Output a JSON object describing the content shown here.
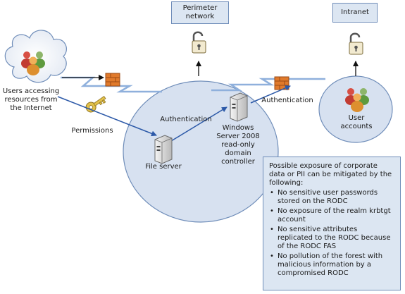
{
  "zones": {
    "perimeter": "Perimeter\nnetwork",
    "intranet": "Intranet"
  },
  "internet_users_label": "Users accessing\nresources from\nthe Internet",
  "permissions_label": "Permissions",
  "authentication_label_1": "Authentication",
  "authentication_label_2": "Authentication",
  "rodc_label": "Windows\nServer 2008\nread-only\ndomain\ncontroller",
  "file_server_label": "File server",
  "user_accounts_label": "User\naccounts",
  "notes": {
    "intro": "Possible exposure of corporate data or PII can be mitigated by the following:",
    "items": [
      "No sensitive user passwords stored on the RODC",
      "No exposure of the realm krbtgt account",
      "No sensitive attributes replicated to the RODC because of the RODC FAS",
      "No pollution of the forest with malicious information by a compromised RODC"
    ]
  },
  "colors": {
    "zone_fill": "#dce6f2",
    "zone_stroke": "#6f8db9",
    "connector_blue": "#2c59a8",
    "firewall": "#e07a2c",
    "key": "#e2c14a"
  },
  "icons": [
    "people-icon",
    "firewall-icon",
    "padlock-icon",
    "key-icon",
    "server-icon"
  ]
}
